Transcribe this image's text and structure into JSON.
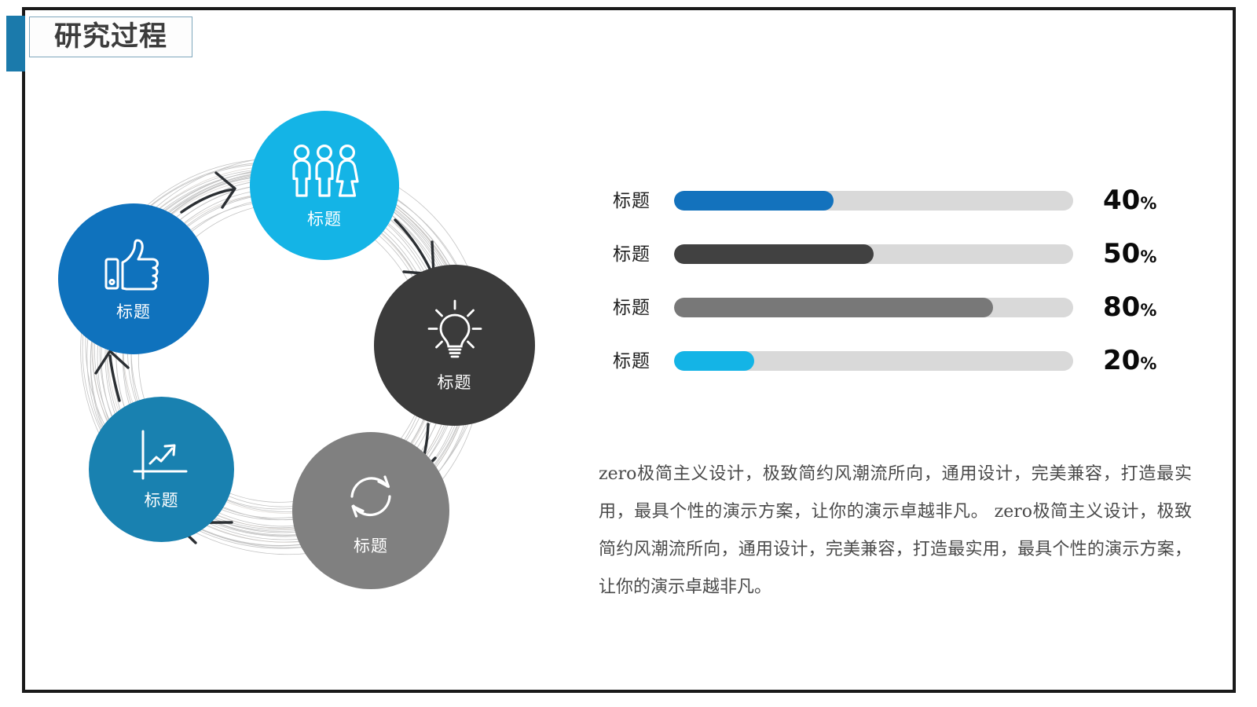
{
  "slide": {
    "title": "研究过程",
    "accent_color": "#1b7aab",
    "frame_color": "#1a1a1a"
  },
  "diagram": {
    "name": "circular-process-diagram",
    "nodes": [
      {
        "id": "people",
        "icon": "people-group-icon",
        "label": "标题",
        "color": "#14b4e6"
      },
      {
        "id": "idea",
        "icon": "lightbulb-icon",
        "label": "标题",
        "color": "#3b3b3b"
      },
      {
        "id": "cycle",
        "icon": "refresh-cycle-icon",
        "label": "标题",
        "color": "#808080"
      },
      {
        "id": "chart",
        "icon": "growth-chart-icon",
        "label": "标题",
        "color": "#1981b0"
      },
      {
        "id": "thumb",
        "icon": "thumbs-up-icon",
        "label": "标题",
        "color": "#0f72bd"
      }
    ],
    "arrows": 4
  },
  "bars": {
    "track_color": "#d9d9d9",
    "rows": [
      {
        "label": "标题",
        "value": 40,
        "value_text": "40",
        "pct_text": "%",
        "color": "#1372bd"
      },
      {
        "label": "标题",
        "value": 50,
        "value_text": "50",
        "pct_text": "%",
        "color": "#414141"
      },
      {
        "label": "标题",
        "value": 80,
        "value_text": "80",
        "pct_text": "%",
        "color": "#787878"
      },
      {
        "label": "标题",
        "value": 20,
        "value_text": "20",
        "pct_text": "%",
        "color": "#14b4e6"
      }
    ]
  },
  "body": {
    "paragraph": "zero极简主义设计，极致简约风潮流所向，通用设计，完美兼容，打造最实用，最具个性的演示方案，让你的演示卓越非凡。 zero极简主义设计，极致简约风潮流所向，通用设计，完美兼容，打造最实用，最具个性的演示方案，让你的演示卓越非凡。"
  }
}
